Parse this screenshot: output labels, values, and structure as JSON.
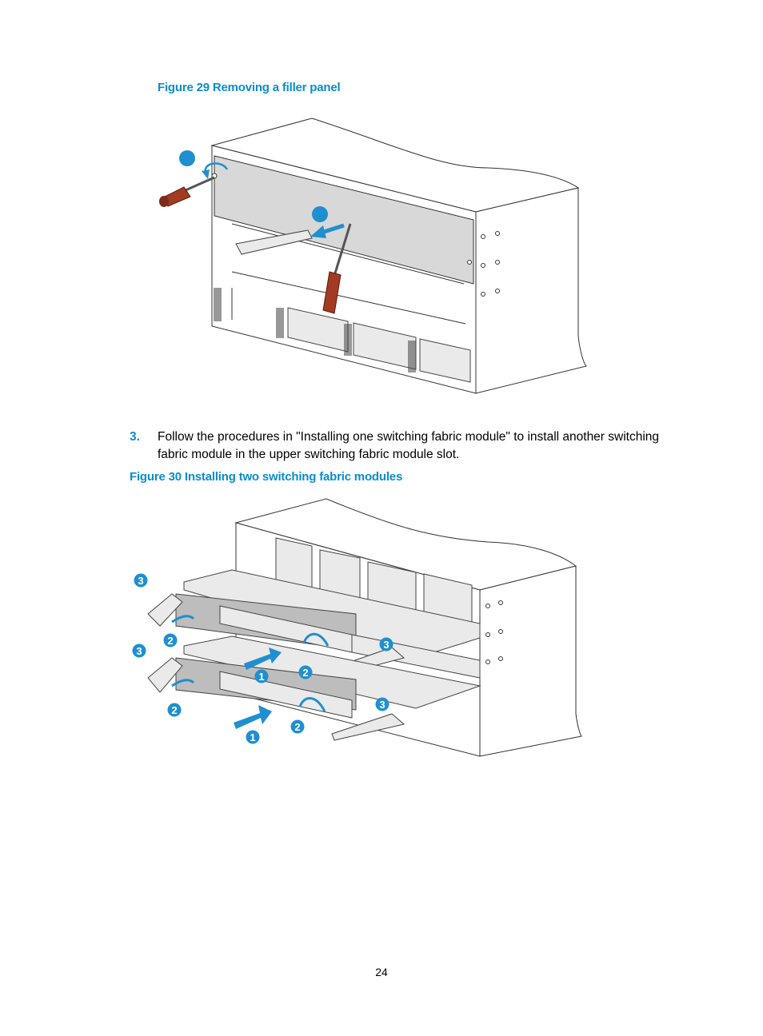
{
  "figure29": {
    "caption": "Figure 29 Removing a filler panel"
  },
  "step": {
    "number": "3.",
    "text": "Follow the procedures in \"Installing one switching fabric module\" to install another switching fabric module in the upper switching fabric module slot."
  },
  "figure30": {
    "caption": "Figure 30 Installing two switching fabric modules",
    "callouts": [
      "1",
      "1",
      "2",
      "2",
      "2",
      "2",
      "3",
      "3",
      "3",
      "3"
    ]
  },
  "page_number": "24",
  "colors": {
    "accent": "#0a8ccd",
    "callout": "#1f8fd0",
    "screwdriver_handle": "#a23b22"
  }
}
